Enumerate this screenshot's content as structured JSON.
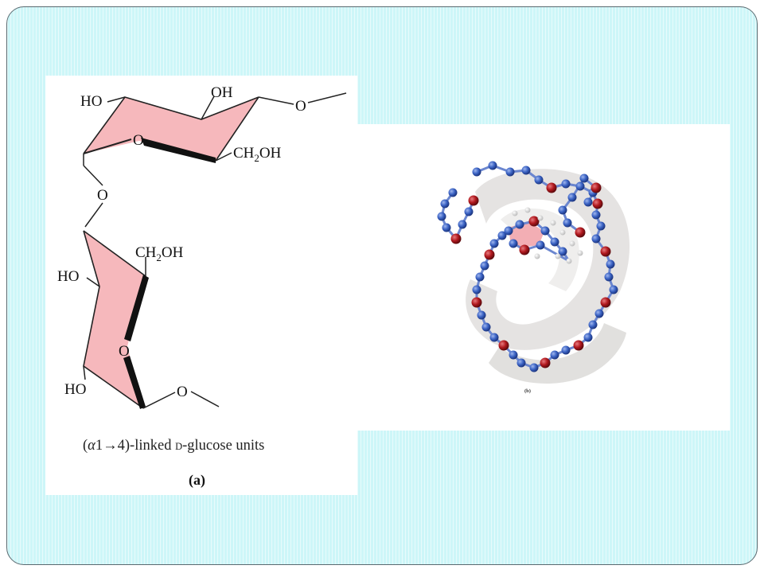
{
  "panel_a": {
    "labels": {
      "ho_top": "HO",
      "oh_top": "OH",
      "o_link_right": "O",
      "o_ring_top": "O",
      "ch2oh_top_main": "CH",
      "ch2oh_top_sub": "2",
      "ch2oh_top_tail": "OH",
      "o_glycosidic": "O",
      "ch2oh_bottom_main": "CH",
      "ch2oh_bottom_sub": "2",
      "ch2oh_bottom_tail": "OH",
      "ho_middle": "HO",
      "o_ring_bottom": "O",
      "ho_bottom": "HO",
      "o_link_bottom": "O"
    },
    "caption": {
      "open": "(",
      "alpha": "α",
      "linkage": "1→4)-linked ",
      "d_prefix": "D",
      "rest": "-glucose units"
    },
    "tag": "(a)"
  },
  "panel_b": {
    "tag": "(b)"
  },
  "colors": {
    "background": "#cdf6f8",
    "ring_fill": "#f6b8bc",
    "carbon": "#3b63c4",
    "oxygen": "#b0181e",
    "hydrogen": "#f2f2f2"
  }
}
